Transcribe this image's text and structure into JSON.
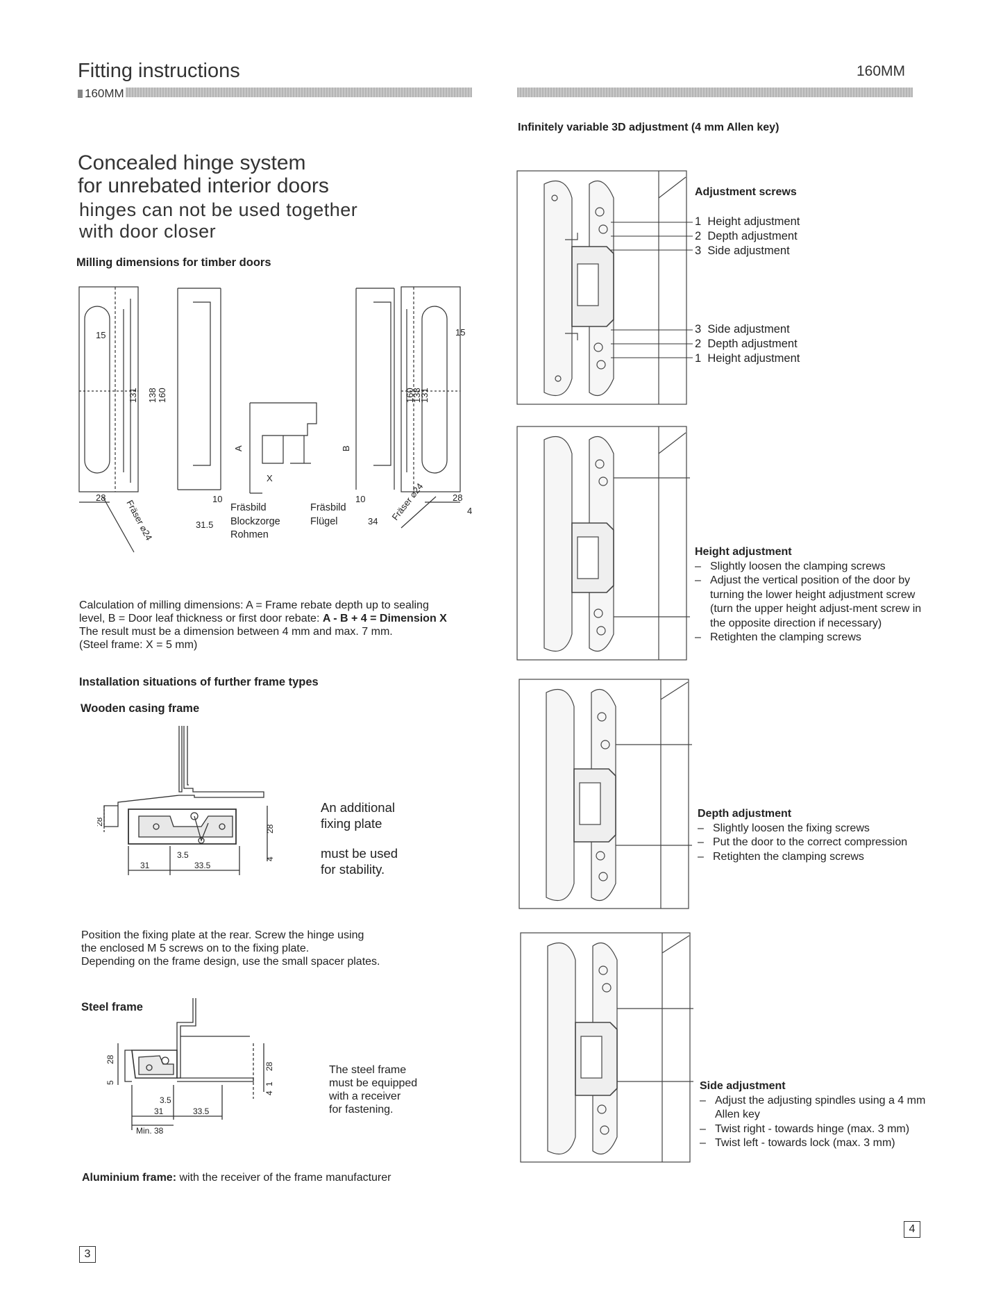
{
  "header": {
    "title": "Fitting instructions",
    "bar_label": "160MM",
    "right_label": "160MM"
  },
  "left": {
    "heading_line1": "Concealed hinge system",
    "heading_line2": "for unrebated interior doors",
    "sub_line1": "hinges can not be used together",
    "sub_line2": "with door closer",
    "milling_title": "Milling dimensions for timber doors",
    "milling_labels": {
      "d15a": "15",
      "d15b": "15",
      "d28a": "28",
      "d28b": "28",
      "d10a": "10",
      "d10b": "10",
      "d31_5": "31.5",
      "d34": "34",
      "d4": "4",
      "v131a": "131",
      "v138a": "138",
      "v160a": "160",
      "v160b": "160",
      "v138b": "138",
      "v131b": "131",
      "a": "A",
      "b": "B",
      "x": "X",
      "fraser": "Fräser ⌀24",
      "frasbild1": "Fräsbild",
      "blockzorge": "Blockzorge",
      "rohmen": "Rohmen",
      "frasbild2": "Fräsbild",
      "flugel": "Flügel"
    },
    "calc_l1": "Calculation of milling dimensions: A = Frame rebate depth up to sealing",
    "calc_l2a": "level, B = Door leaf thickness or first door rebate: ",
    "calc_l2b": "A - B + 4 = Dimension X",
    "calc_l3": "The result must be a dimension between 4 mm and max. 7 mm.",
    "calc_l4": "(Steel frame: X = 5 mm)",
    "install_title": "Installation situations of further frame types",
    "wooden_title": "Wooden casing frame",
    "wooden_note_l1": "An additional",
    "wooden_note_l2": "fixing plate",
    "wooden_note_l3": "must be used",
    "wooden_note_l4": "for stability.",
    "wooden_dims": {
      "d28a": "28",
      "d28b": "28",
      "d3_5": "3.5",
      "d31": "31",
      "d33_5": "33.5",
      "d4": "4"
    },
    "position_l1": "Position the fixing plate at the rear. Screw the hinge using",
    "position_l2": "the enclosed M 5 screws on to the fixing plate.",
    "position_l3": "Depending on the frame design, use the small spacer plates.",
    "steel_title": "Steel frame",
    "steel_note_l1": "The steel frame",
    "steel_note_l2": "must be equipped",
    "steel_note_l3": "with a receiver",
    "steel_note_l4": "for fastening.",
    "steel_dims": {
      "d28a": "28",
      "d28b": "28",
      "d5": "5",
      "d3_5": "3.5",
      "d31": "31",
      "d33_5": "33.5",
      "min38": "Min. 38",
      "d1": "1",
      "d4": "4"
    },
    "alu_bold": "Aluminium frame:",
    "alu_text": " with the receiver of the frame manufacturer",
    "page_no": "3"
  },
  "right": {
    "adj_title": "Infinitely variable 3D adjustment (4 mm Allen key)",
    "screws_title": "Adjustment screws",
    "screws_top": [
      {
        "n": "1",
        "label": "Height adjustment"
      },
      {
        "n": "2",
        "label": "Depth adjustment"
      },
      {
        "n": "3",
        "label": "Side adjustment"
      }
    ],
    "screws_bottom": [
      {
        "n": "3",
        "label": "Side adjustment"
      },
      {
        "n": "2",
        "label": "Depth adjustment"
      },
      {
        "n": "1",
        "label": "Height adjustment"
      }
    ],
    "height_title": "Height adjustment",
    "height_items": [
      "Slightly loosen the clamping screws",
      "Adjust the vertical position of the door by turning the lower height adjustment screw (turn the upper height adjust-ment screw in the opposite direction if necessary)",
      "Retighten the clamping screws"
    ],
    "depth_title": "Depth adjustment",
    "depth_items": [
      "Slightly loosen the fixing screws",
      "Put the door to the correct compression",
      "Retighten the clamping screws"
    ],
    "side_title": "Side adjustment",
    "side_items": [
      "Adjust the adjusting spindles using a 4 mm Allen key",
      "Twist right - towards hinge (max. 3 mm)",
      "Twist left - towards lock (max. 3 mm)"
    ],
    "page_no": "4"
  }
}
